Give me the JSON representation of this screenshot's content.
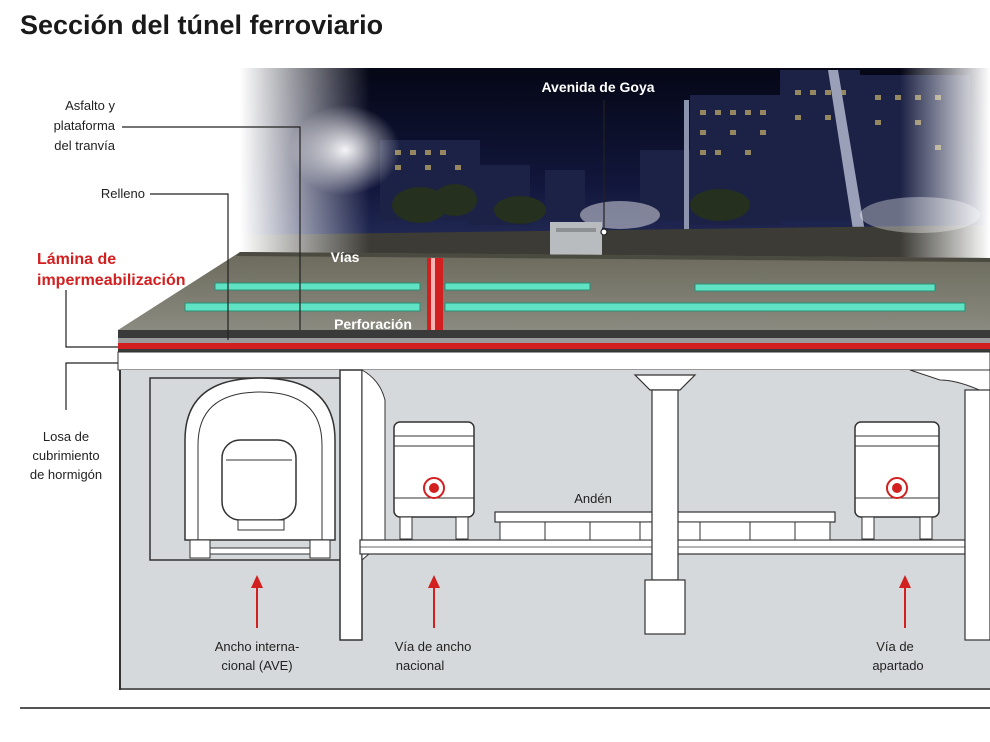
{
  "title": "Sección del túnel ferroviario",
  "labels": {
    "asfalto": [
      "Asfalto y",
      "plataforma",
      "del tranvía"
    ],
    "relleno": "Relleno",
    "lamina": [
      "Lámina de",
      "impermeabilización"
    ],
    "losa": [
      "Losa de",
      "cubrimiento",
      "de hormigón"
    ],
    "avenida": "Avenida de Goya",
    "vias": "Vías",
    "perforacion": "Perforación",
    "anden": "Andén",
    "ancho_internacional": [
      "Ancho interna-",
      "cional (AVE)"
    ],
    "ancho_nacional": [
      "Vía de ancho",
      "nacional"
    ],
    "apartado": [
      "Vía de",
      "apartado"
    ]
  },
  "colors": {
    "red": "#d21f1f",
    "track_green": "#5fe3c4",
    "tunnel_fill": "#d6d9db",
    "night_sky": "#0a0d2a"
  }
}
